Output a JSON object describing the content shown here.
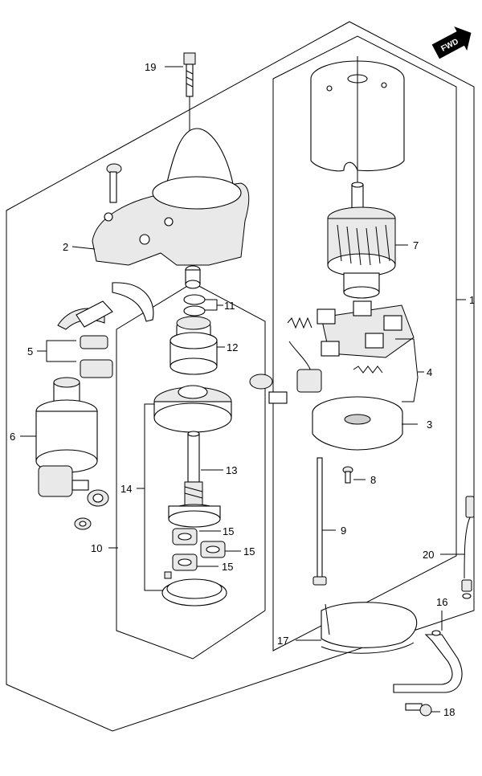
{
  "direction_badge": "FWD",
  "callouts": {
    "c1": "1",
    "c2": "2",
    "c3": "3",
    "c4": "4",
    "c5": "5",
    "c6": "6",
    "c7": "7",
    "c8": "8",
    "c9": "9",
    "c10": "10",
    "c11": "11",
    "c12": "12",
    "c13": "13",
    "c14": "14",
    "c15a": "15",
    "c15b": "15",
    "c15c": "15",
    "c16": "16",
    "c17": "17",
    "c18": "18",
    "c19": "19",
    "c20": "20"
  },
  "colors": {
    "stroke": "#000000",
    "background": "#ffffff",
    "badge": "#000000"
  }
}
